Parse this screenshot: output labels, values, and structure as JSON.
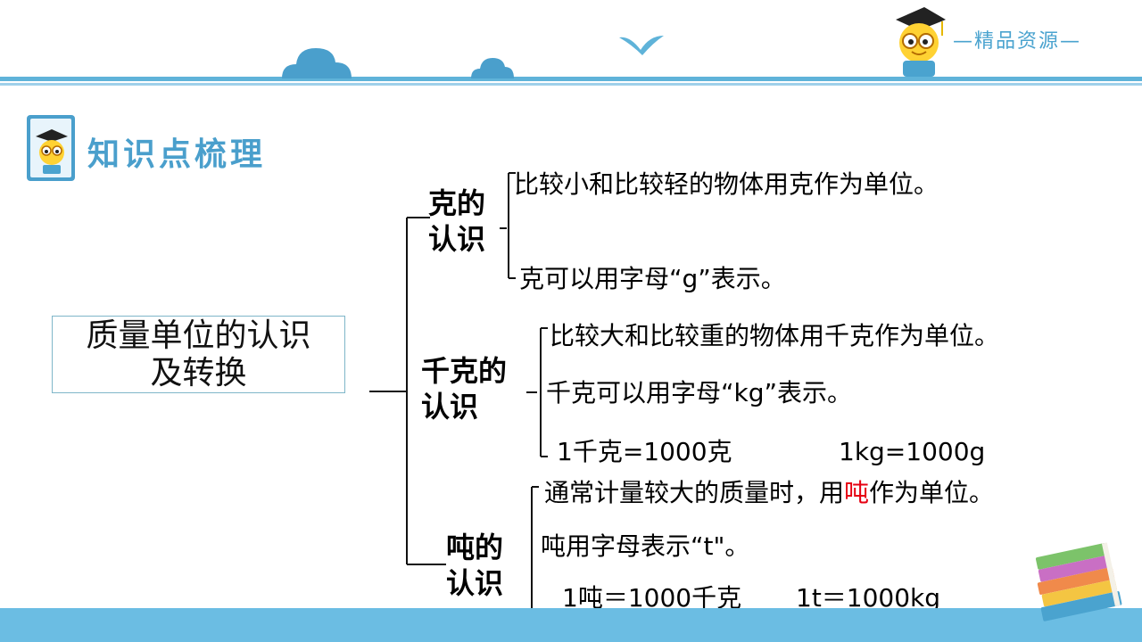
{
  "header": {
    "brand_text": "—精品资源—"
  },
  "section": {
    "title": "知识点梳理"
  },
  "topic": {
    "line1": "质量单位的认识",
    "line2": "及转换"
  },
  "branches": [
    {
      "label_line1": "克的",
      "label_line2": "认识",
      "items": [
        "比较小和比较轻的物体用克作为单位。",
        "克可以用字母“g”表示。"
      ]
    },
    {
      "label_line1": "千克的",
      "label_line2": "认识",
      "items": [
        "比较大和比较重的物体用千克作为单位。",
        "千克可以用字母“kg”表示。",
        "1千克=1000克",
        "1kg=1000g"
      ]
    },
    {
      "label_line1": "吨的",
      "label_line2": "认识",
      "item0_before": "通常计量较大的质量时，用",
      "item0_highlight": "吨",
      "item0_after": "作为单位。",
      "item1": "吨用字母表示“t\"。",
      "item2a": "1吨＝1000千克",
      "item2b": "1t＝1000kg"
    }
  ],
  "colors": {
    "accent": "#5fb3d9",
    "title": "#4a9fcc",
    "highlight": "#e60012",
    "footer": "#6bbde3"
  }
}
